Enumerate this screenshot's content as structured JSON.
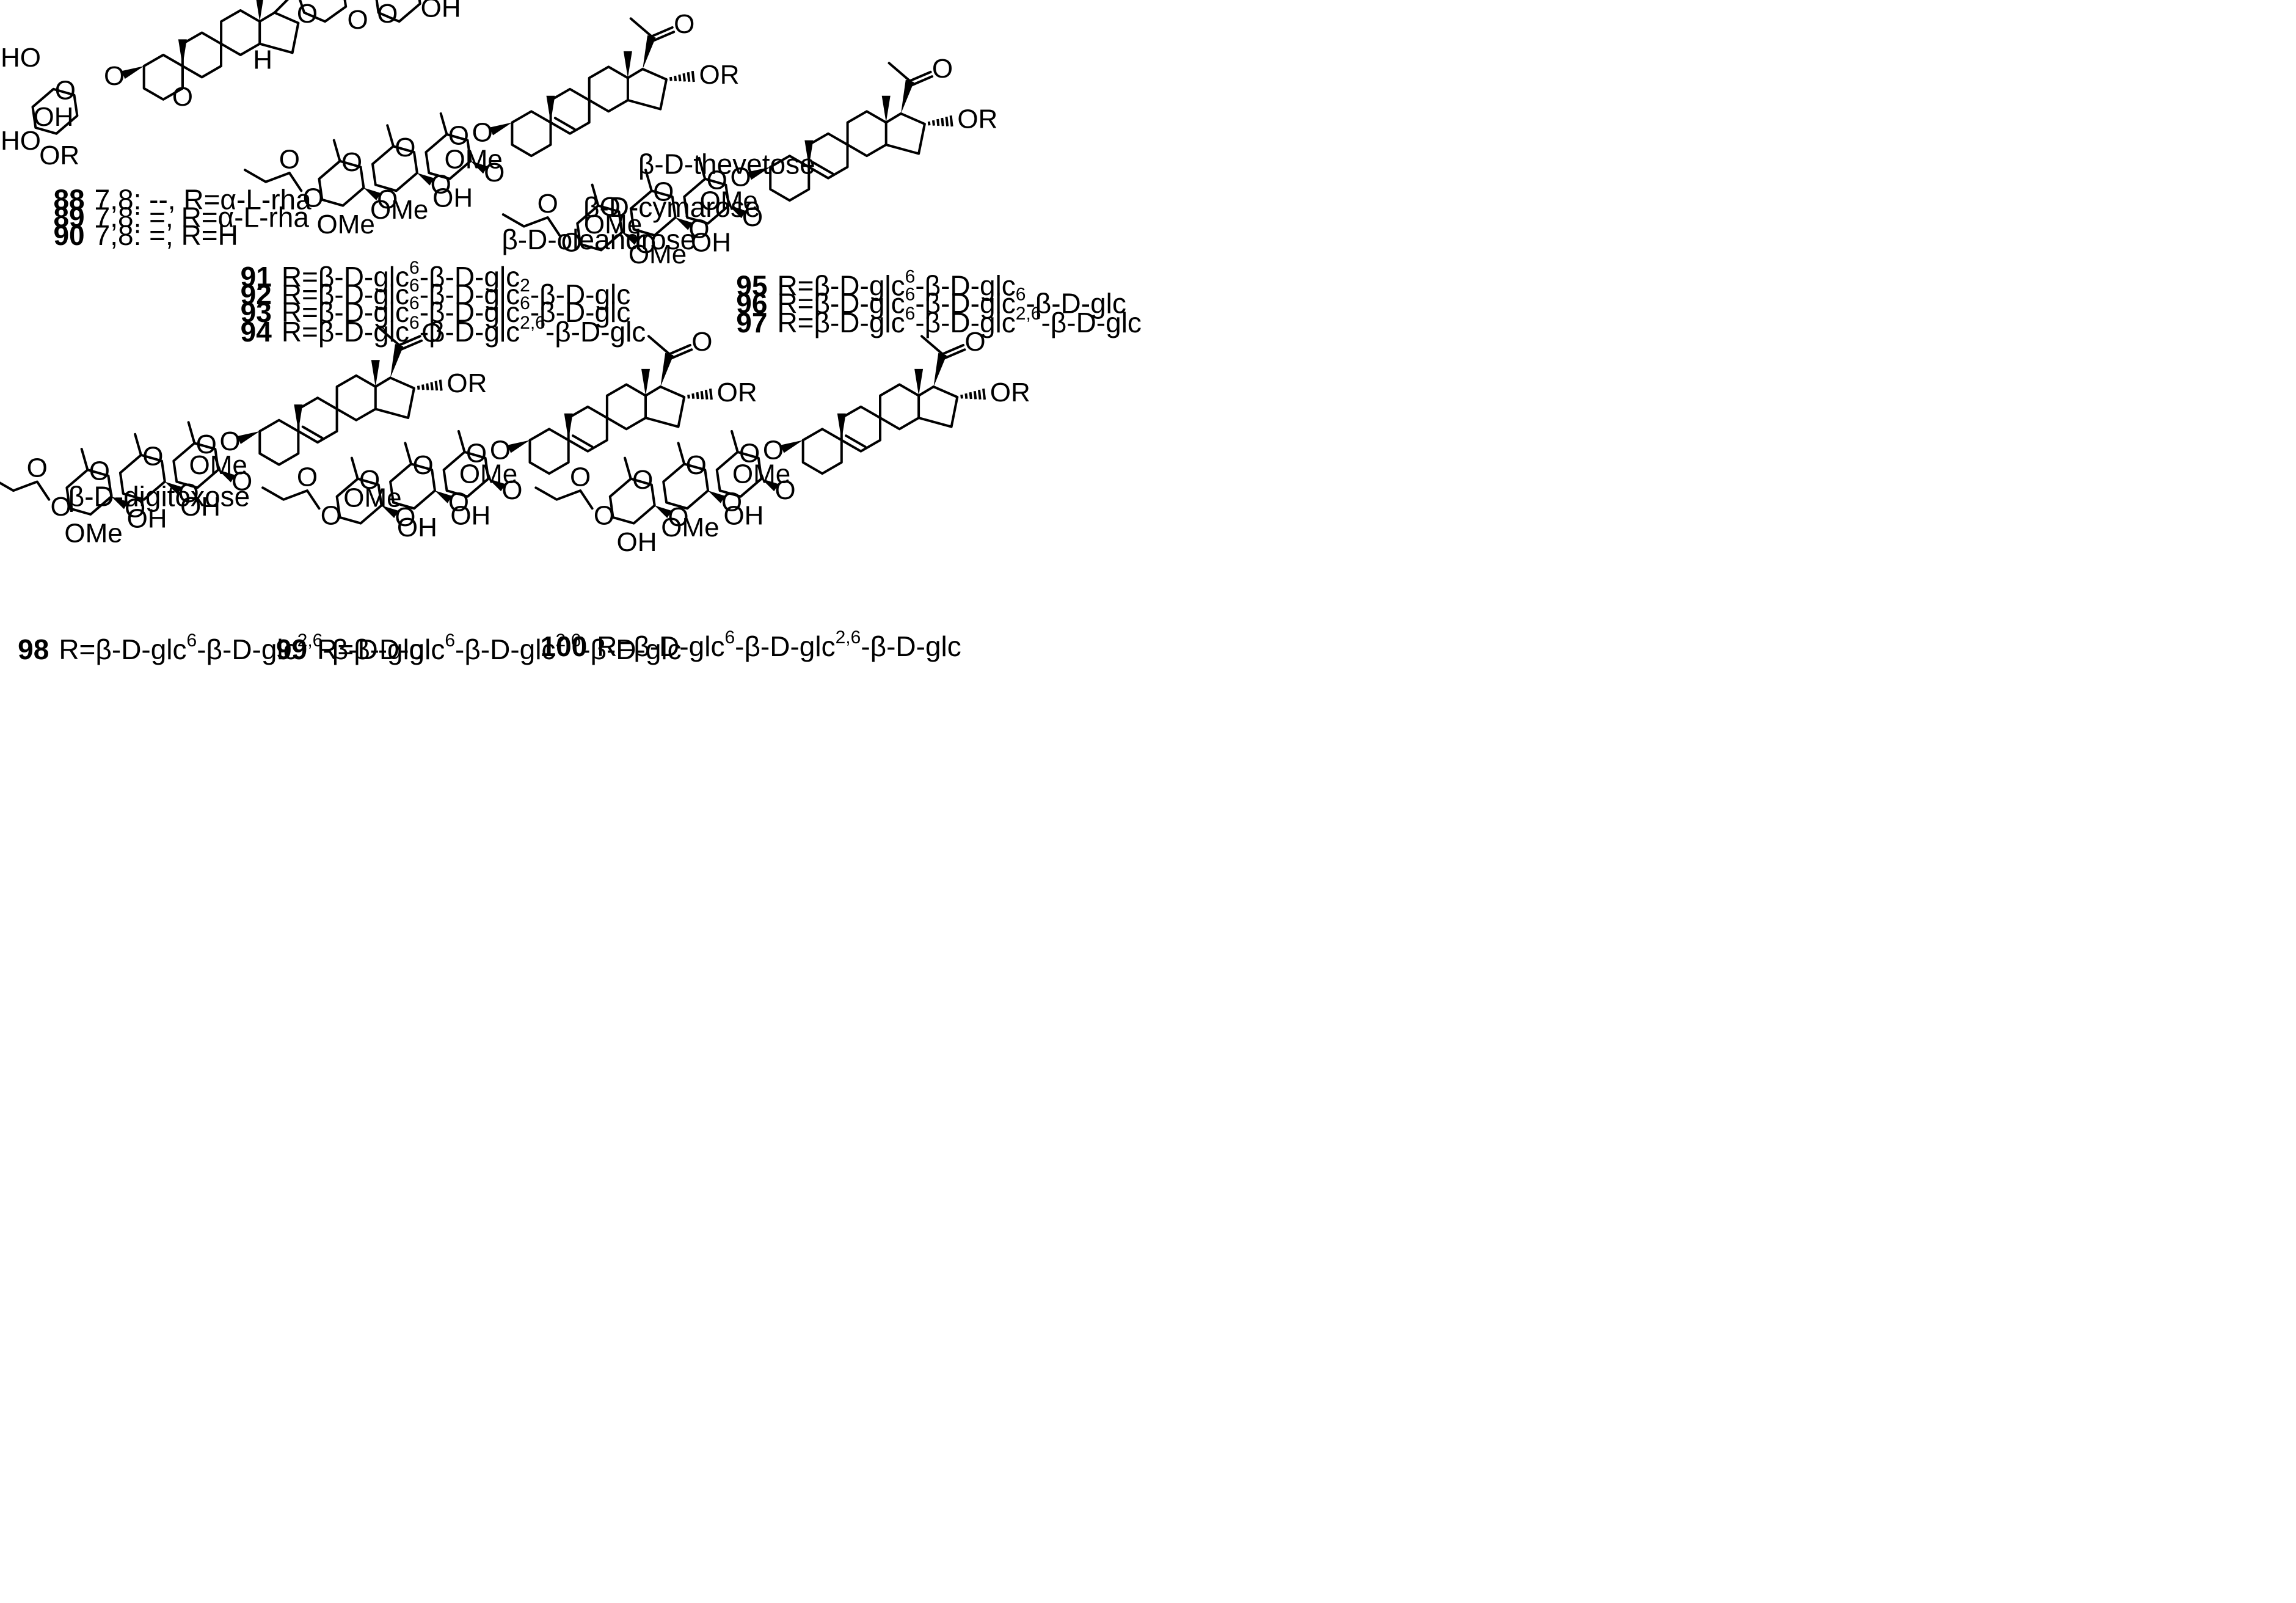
{
  "sugars": {
    "thevetose": "β-D-thevetose",
    "cymarose": "β-D-cymarose",
    "oleandrose": "β-D-oleandrose",
    "digitoxose": "β-D-digitoxose"
  },
  "atoms": {
    "O": "O",
    "OH": "OH",
    "HO": "HO",
    "OR": "OR",
    "OMe": "OMe",
    "H": "H"
  },
  "compounds": [
    {
      "id": "88",
      "desc": "7,8: --, R=α-L-rha"
    },
    {
      "id": "89",
      "desc": "7,8: =, R=α-L-rha"
    },
    {
      "id": "90",
      "desc": "7,8: =, R=H"
    },
    {
      "id": "91",
      "r": "R=β-D-glc",
      "parts": [
        [
          "6",
          "-β-D-glc"
        ]
      ]
    },
    {
      "id": "92",
      "r": "R=β-D-glc",
      "parts": [
        [
          "6",
          "-β-D-glc"
        ],
        [
          "2",
          "-β-D-glc"
        ]
      ]
    },
    {
      "id": "93",
      "r": "R=β-D-glc",
      "parts": [
        [
          "6",
          "-β-D-glc"
        ],
        [
          "6",
          "-β-D-glc"
        ]
      ]
    },
    {
      "id": "94",
      "r": "R=β-D-glc",
      "parts": [
        [
          "6",
          "-β-D-glc"
        ],
        [
          "2,6",
          "-β-D-glc"
        ]
      ]
    },
    {
      "id": "95",
      "r": "R=β-D-glc",
      "parts": [
        [
          "6",
          "-β-D-glc"
        ]
      ]
    },
    {
      "id": "96",
      "r": "R=β-D-glc",
      "parts": [
        [
          "6",
          "-β-D-glc"
        ],
        [
          "6",
          "-β-D-glc"
        ]
      ]
    },
    {
      "id": "97",
      "r": "R=β-D-glc",
      "parts": [
        [
          "6",
          "-β-D-glc"
        ],
        [
          "2,6",
          "-β-D-glc"
        ]
      ]
    },
    {
      "id": "98",
      "r": "R=β-D-glc",
      "parts": [
        [
          "6",
          "-β-D-glc"
        ],
        [
          "2,6",
          "-β-D-glc"
        ]
      ]
    },
    {
      "id": "99",
      "r": "R=β-D-glc",
      "parts": [
        [
          "6",
          "-β-D-glc"
        ],
        [
          "2,6",
          "-β-D-glc"
        ]
      ]
    },
    {
      "id": "100",
      "r": "R=β-D-glc",
      "parts": [
        [
          "6",
          "-β-D-glc"
        ],
        [
          "2,6",
          "-β-D-glc"
        ]
      ]
    }
  ]
}
